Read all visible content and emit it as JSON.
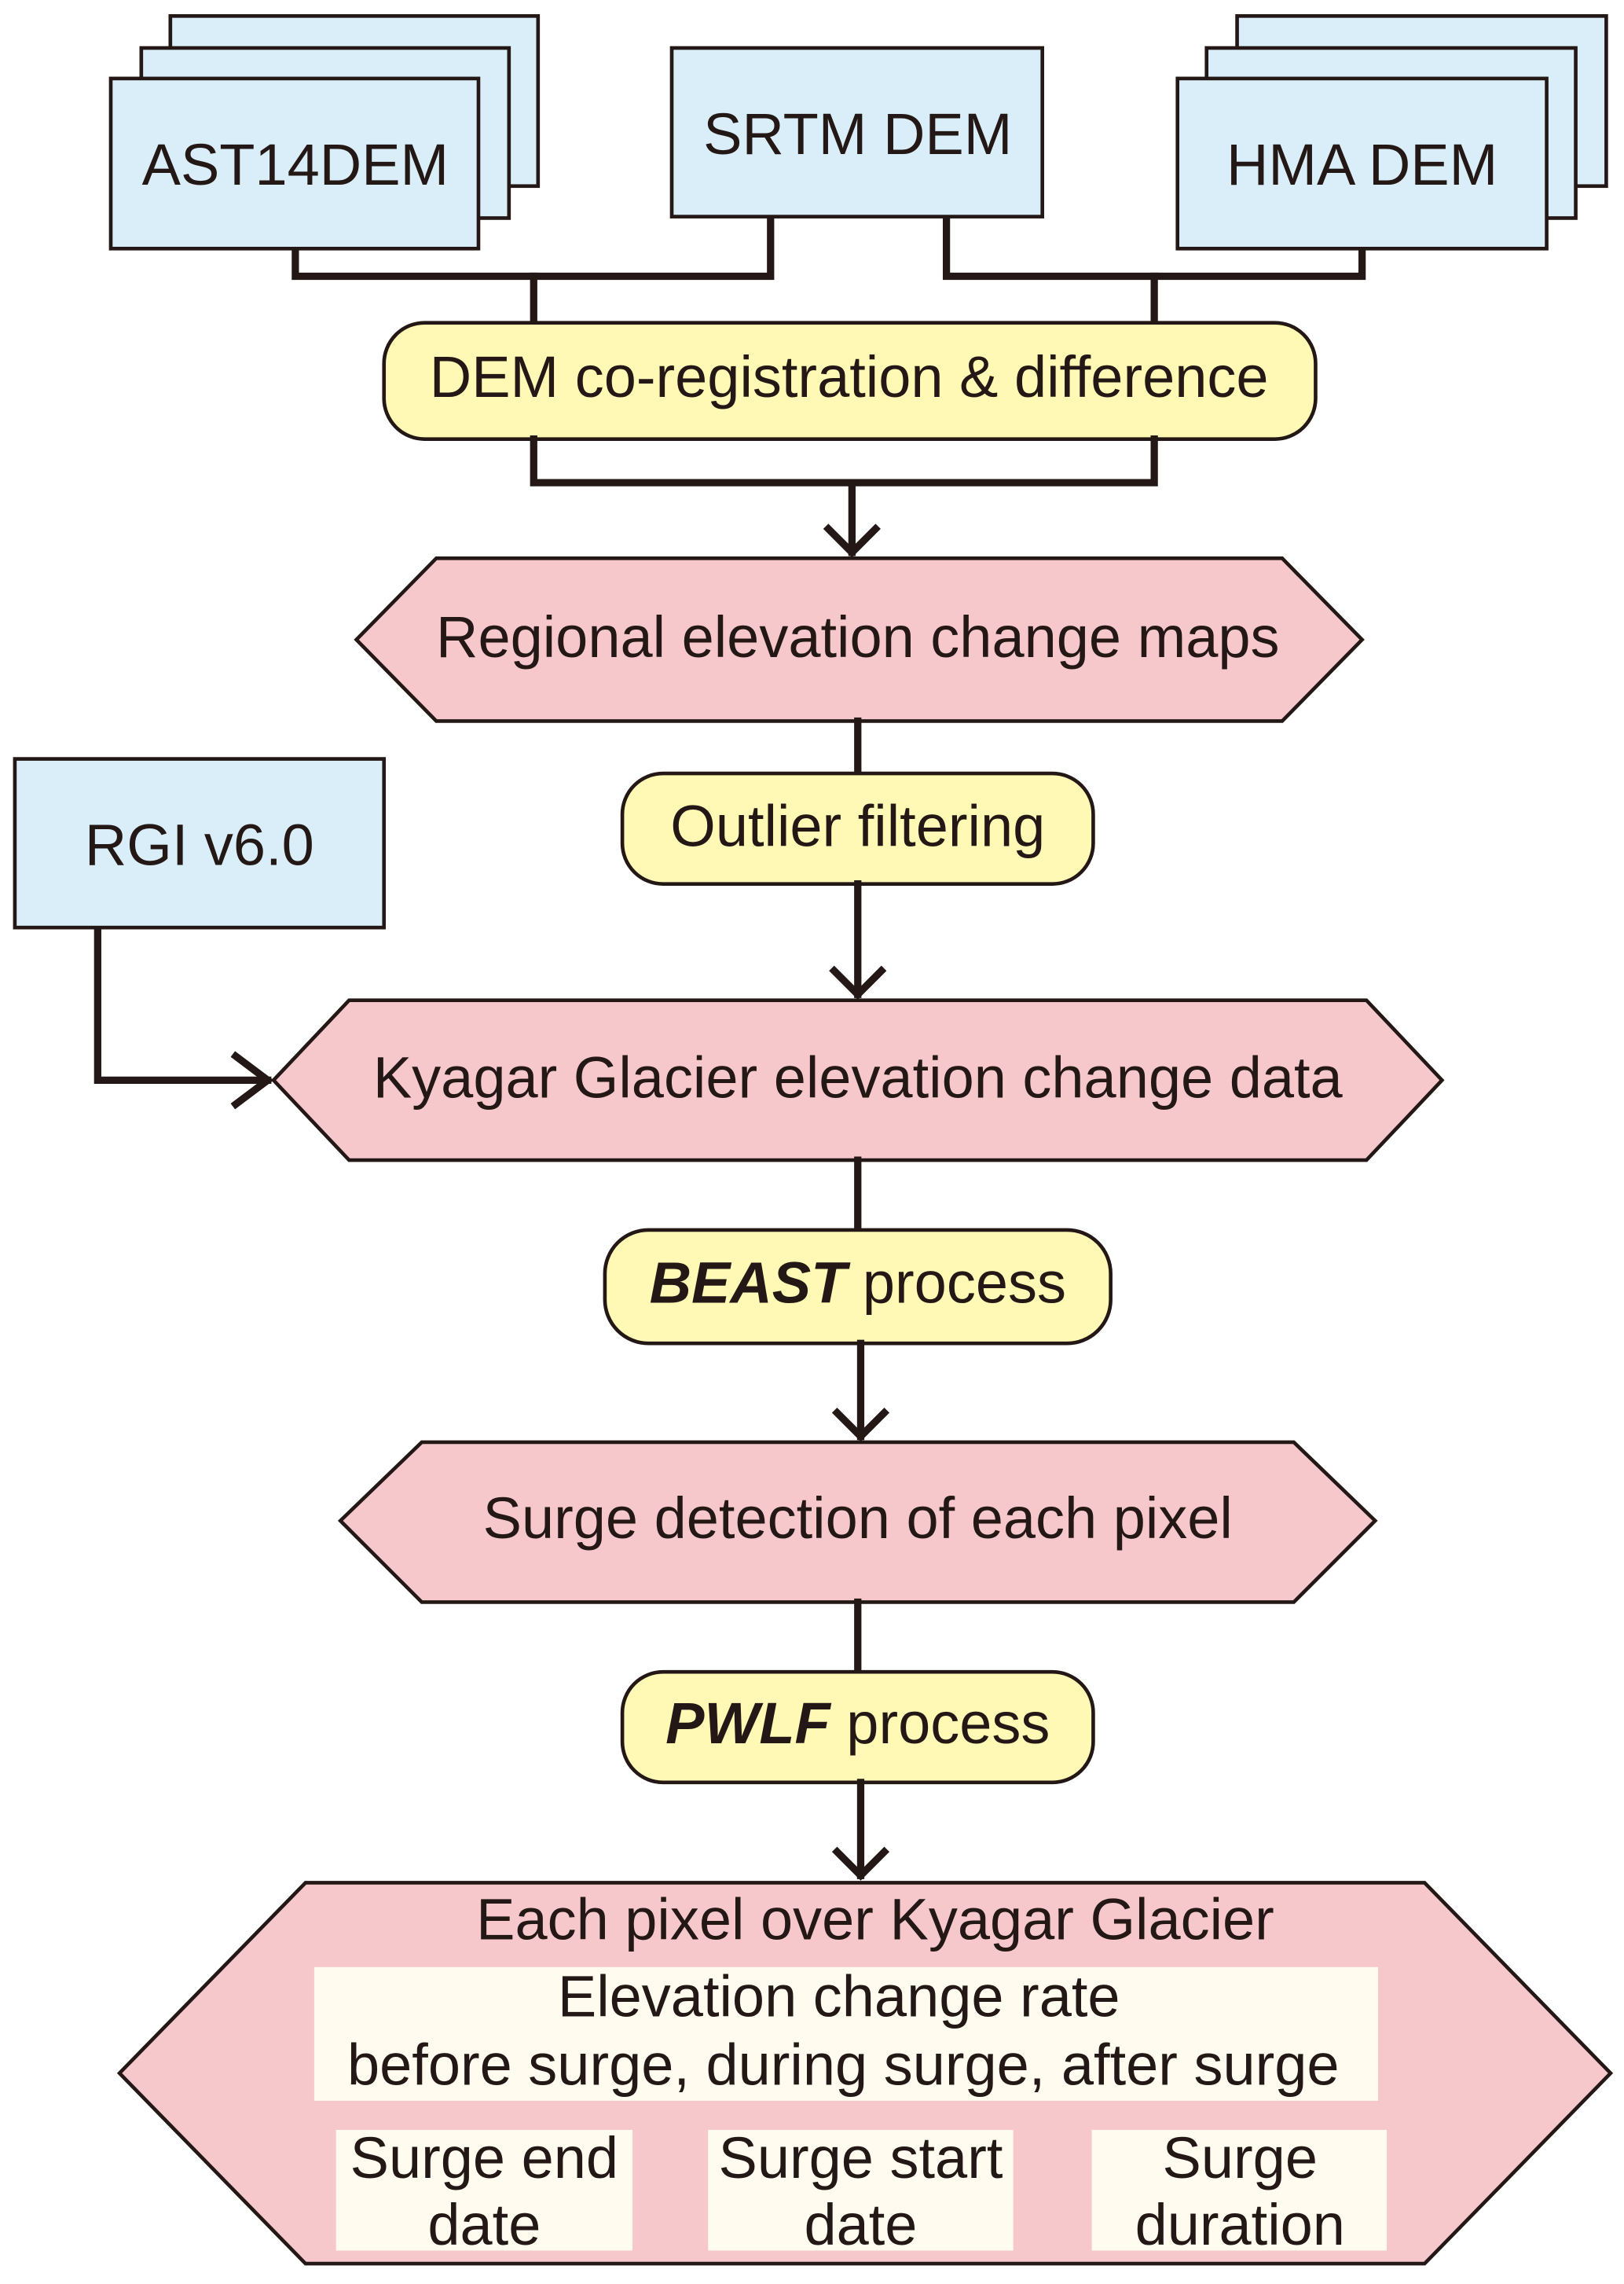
{
  "diagram": {
    "type": "flowchart",
    "colors": {
      "input_box": "#d9eef8",
      "process_box": "#fff9b5",
      "data_box": "#f6c8cc",
      "result_box": "#fffbef",
      "line": "#231815"
    },
    "inputs": {
      "ast": "AST14DEM",
      "srtm": "SRTM DEM",
      "hma": "HMA DEM",
      "rgi": "RGI v6.0"
    },
    "steps": {
      "coreg": "DEM co-registration & difference",
      "regional": "Regional elevation change maps",
      "outlier": "Outlier filtering",
      "kyagar": "Kyagar Glacier elevation change data",
      "beast_bold": "BEAST",
      "beast_rest": " process",
      "surge": "Surge detection of each pixel",
      "pwlf_bold": "PWLF",
      "pwlf_rest": " process"
    },
    "output": {
      "title": "Each pixel over Kyagar Glacier",
      "rate_line1": "Elevation change rate",
      "rate_line2": "before surge, during surge, after surge",
      "end_line1": "Surge end",
      "end_line2": "date",
      "start_line1": "Surge start",
      "start_line2": "date",
      "duration_line1": "Surge",
      "duration_line2": "duration"
    }
  }
}
